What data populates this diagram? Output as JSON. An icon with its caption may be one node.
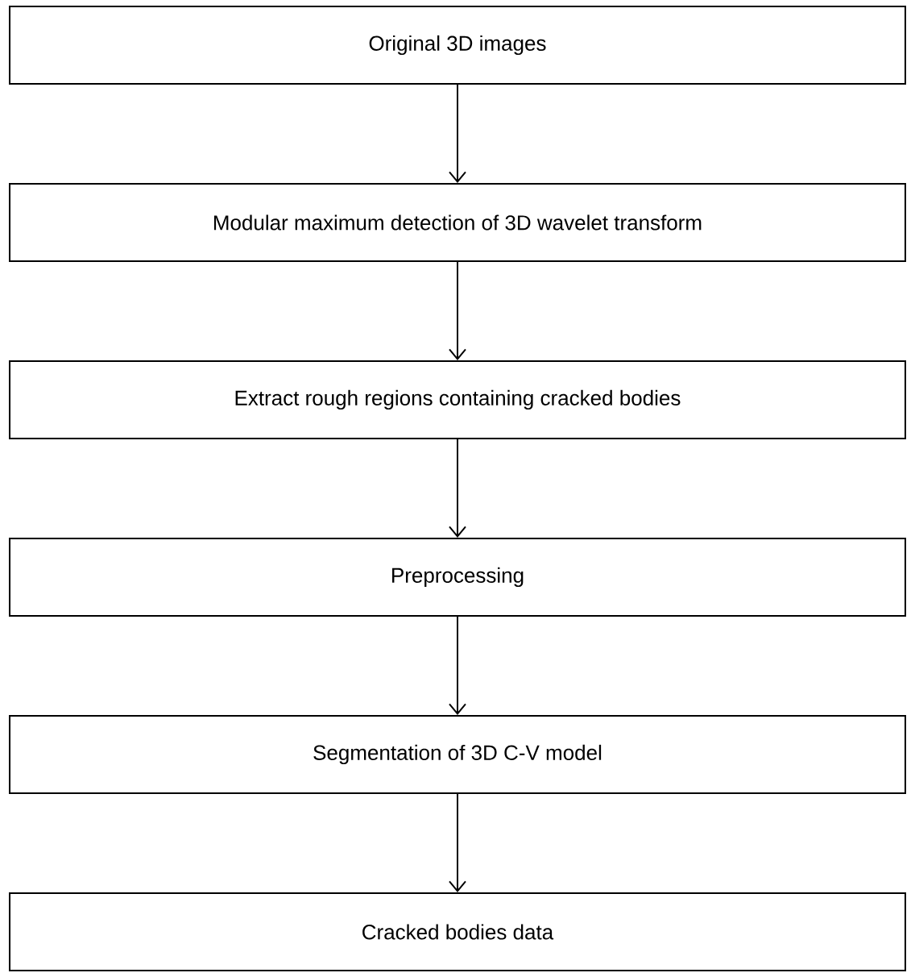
{
  "diagram": {
    "nodes": [
      {
        "text": [
          "Original 3D images"
        ]
      },
      {
        "text": [
          "Modular maximum detection of 3D wavelet transform"
        ]
      },
      {
        "text": [
          "Extract rough regions containing cracked bodies"
        ]
      },
      {
        "text": [
          "Preprocessing"
        ]
      },
      {
        "text": [
          "Segmentation of 3D C-V model"
        ]
      },
      {
        "text": [
          "Cracked bodies data"
        ]
      }
    ],
    "edges": [
      {
        "from": 0,
        "to": 1,
        "arrow": "to"
      },
      {
        "from": 1,
        "to": 2,
        "arrow": "to"
      },
      {
        "from": 2,
        "to": 3,
        "arrow": "to"
      },
      {
        "from": 3,
        "to": 4,
        "arrow": "to"
      },
      {
        "from": 4,
        "to": 5,
        "arrow": "to"
      }
    ]
  }
}
